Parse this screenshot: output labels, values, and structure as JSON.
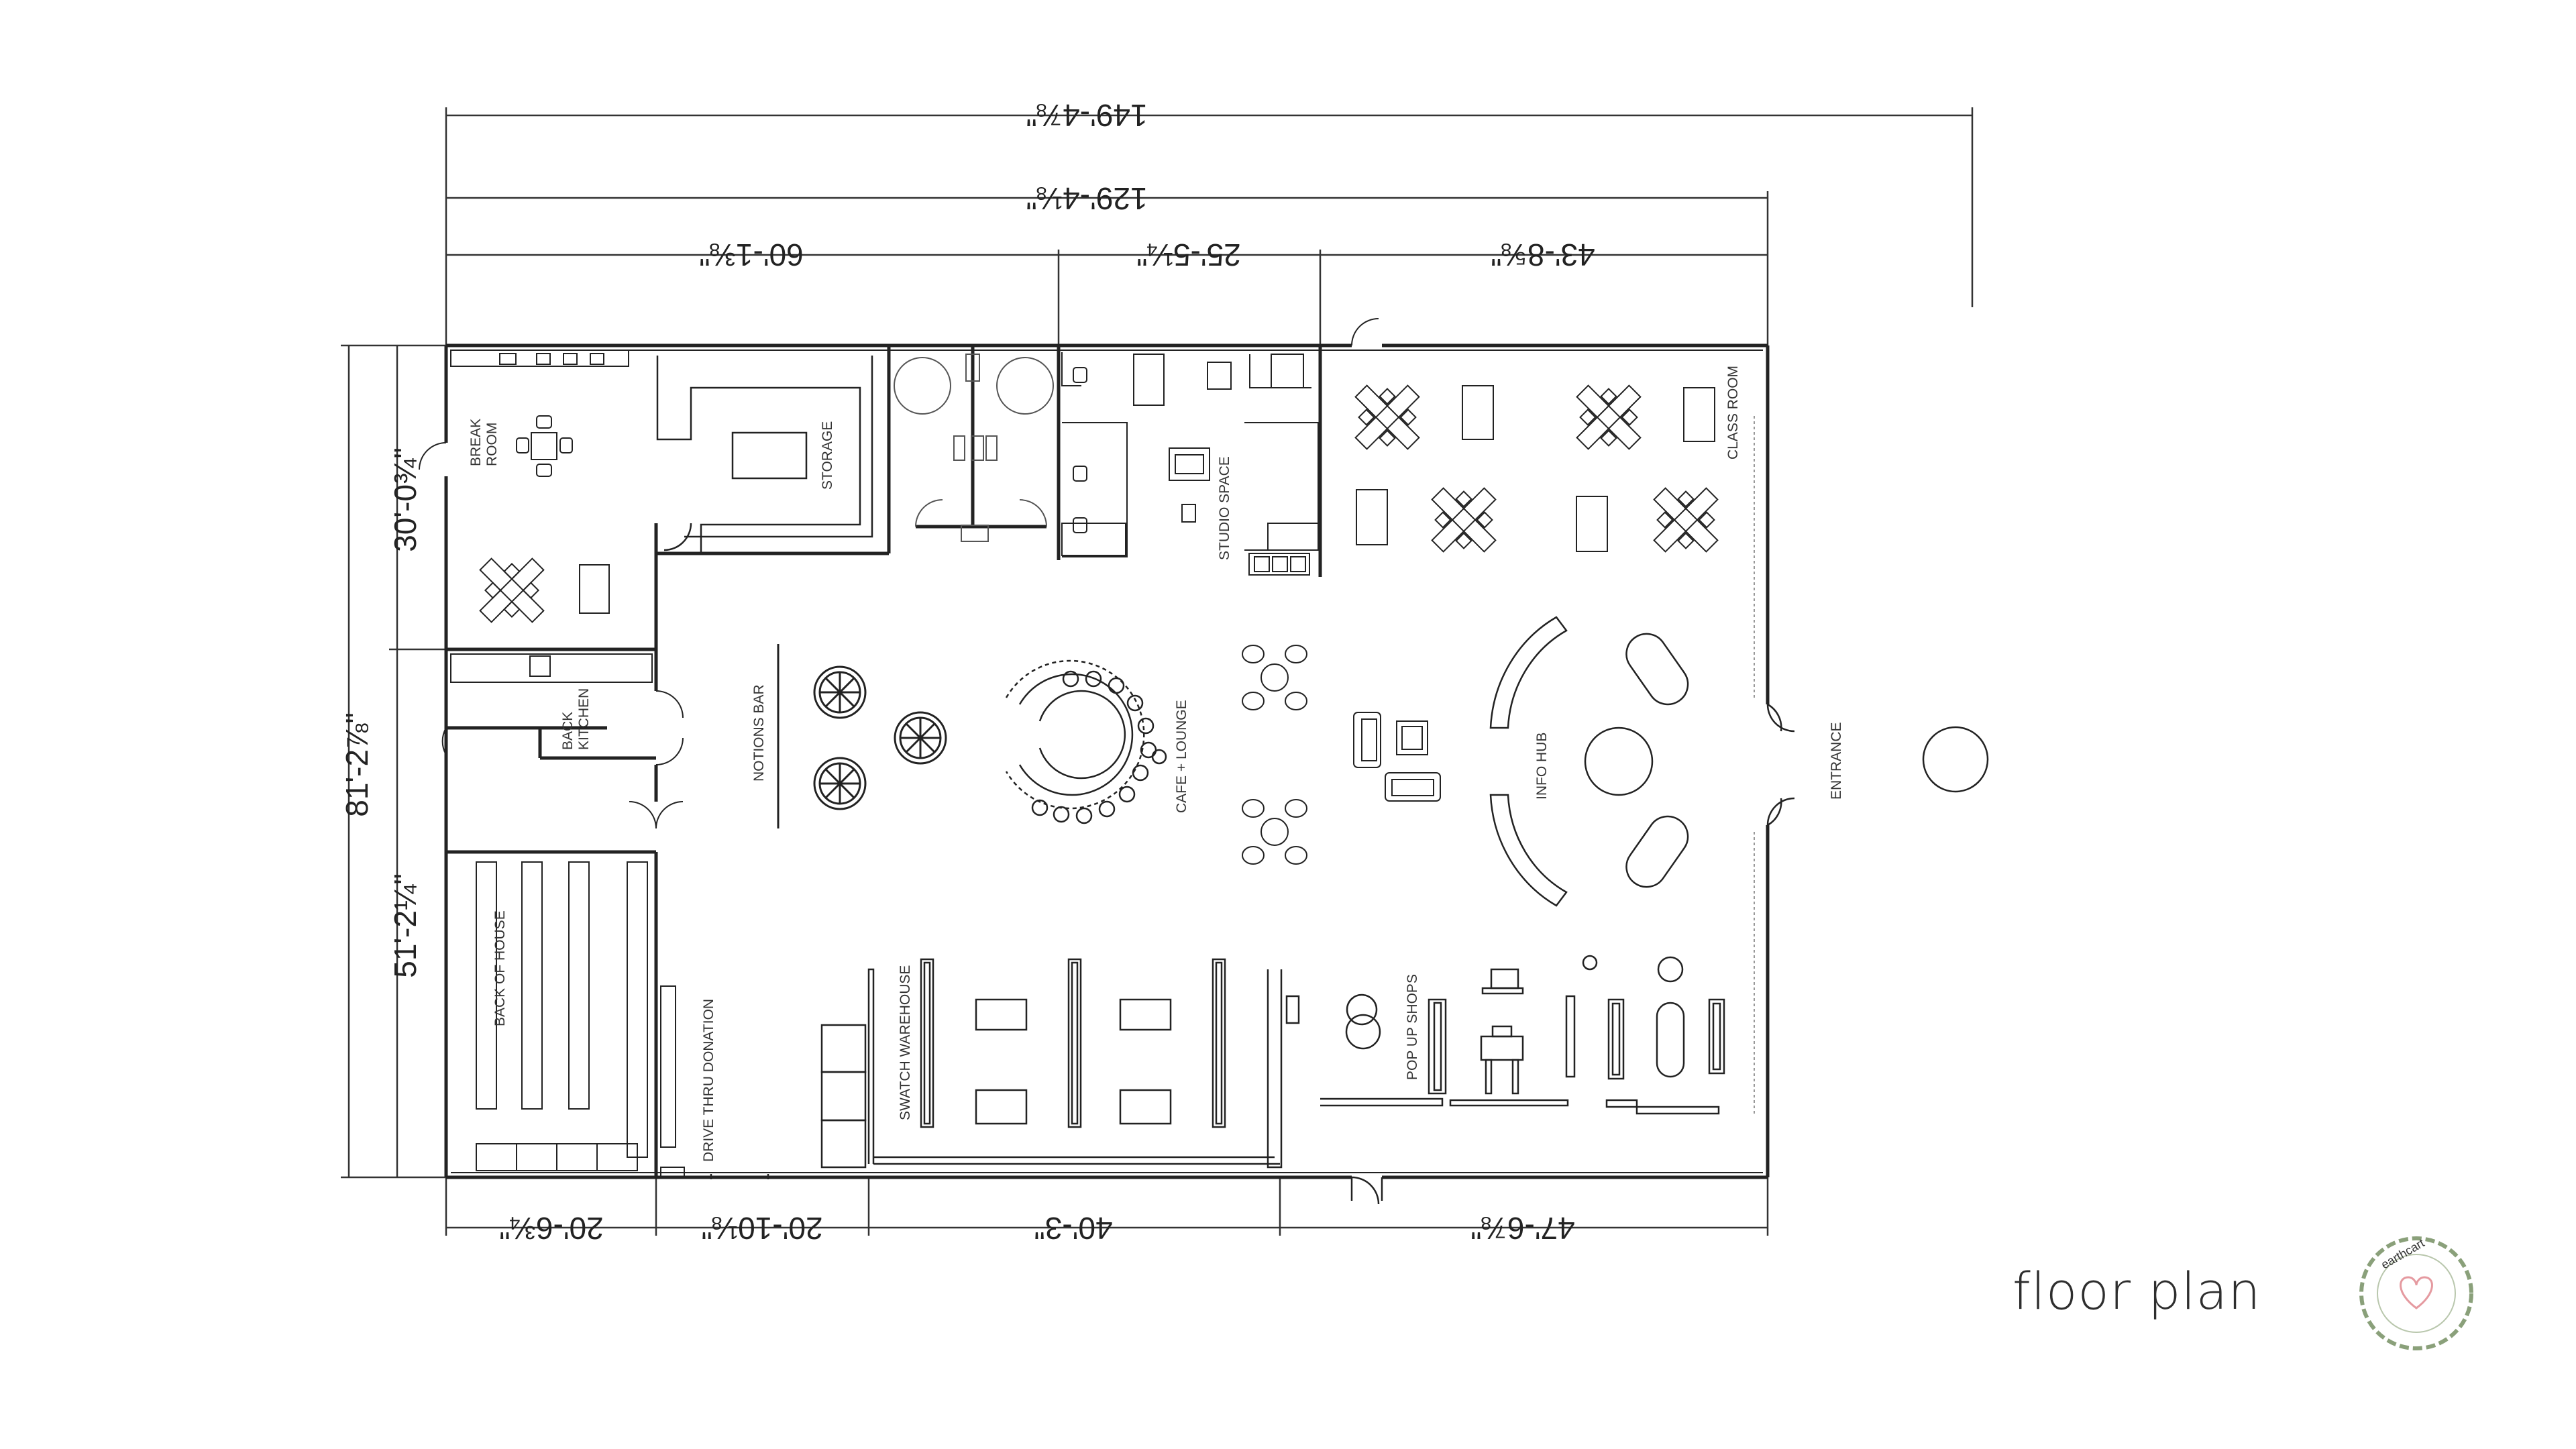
{
  "caption": "floor plan",
  "logo_text": "earthcart",
  "dimensions": {
    "top_overall": "149'-4⅞\"",
    "top_building": "129'-4⅛\"",
    "top_left": "60'-1⅜\"",
    "top_middle": "25'-5¼\"",
    "top_right": "43'-8⅝\"",
    "left_overall": "81'-2⅞\"",
    "left_upper": "30'-0¾\"",
    "left_lower": "51'-2¼\"",
    "bottom_1": "20'-6¾\"",
    "bottom_2": "20'-10⅛\"",
    "bottom_3": "40'-3\"",
    "bottom_4": "47'-6⅞\""
  },
  "rooms": {
    "break_room_1": "BREAK",
    "break_room_2": "ROOM",
    "storage": "STORAGE",
    "studio_space": "STUDIO SPACE",
    "class_room": "CLASS ROOM",
    "back_kitchen_1": "BACK",
    "back_kitchen_2": "KITCHEN",
    "notions_bar": "NOTIONS BAR",
    "cafe_lounge": "CAFE  + LOUNGE",
    "info_hub": "INFO  HUB",
    "entrance": "ENTRANCE",
    "back_of_house": "BACK OF HOUSE",
    "drive_thru": "DRIVE THRU DONATION",
    "swatch_warehouse": "SWATCH WAREHOUSE",
    "pop_up_shops": "POP UP SHOPS"
  }
}
